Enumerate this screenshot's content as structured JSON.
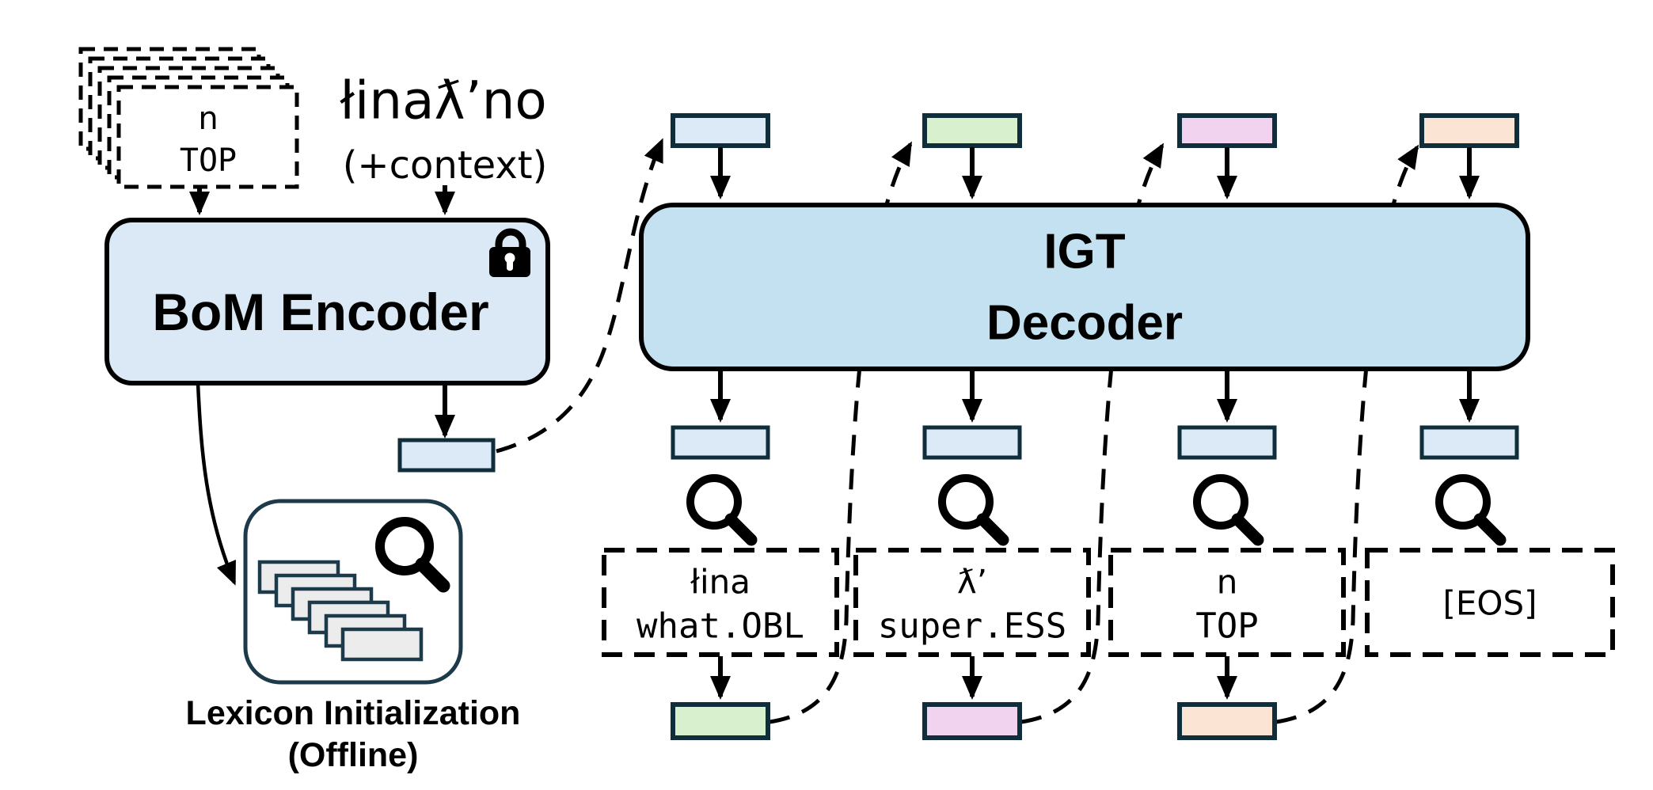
{
  "colors": {
    "line": "#000000",
    "box_border": "#0f2d3a",
    "lexicon_border": "#1d3a4a",
    "encoder_fill": "#dbe9f6",
    "decoder_fill": "#c3e1f0",
    "embedding_blue": "#dce9f6",
    "embedding_green": "#d9f0cf",
    "embedding_pink": "#f2d3ef",
    "embedding_orange": "#fce4d4",
    "card_fill": "#ececec"
  },
  "encoder": {
    "label": "BoM Encoder",
    "stack_surface": "n",
    "stack_gloss": "TOP",
    "transcription": "łinaƛ’no",
    "context_note": "(+context)"
  },
  "lexicon": {
    "title": "Lexicon Initialization",
    "subtitle": "(Offline)"
  },
  "decoder": {
    "label_line1": "IGT",
    "label_line2": "Decoder",
    "predictions": [
      {
        "surface": "łina",
        "gloss": "what.OBL"
      },
      {
        "surface": "ƛ’",
        "gloss": "super.ESS"
      },
      {
        "surface": "n",
        "gloss": "TOP"
      },
      {
        "surface": "[EOS]",
        "gloss": ""
      }
    ]
  },
  "icons": {
    "lock": "lock-icon",
    "search": "search-icon"
  }
}
